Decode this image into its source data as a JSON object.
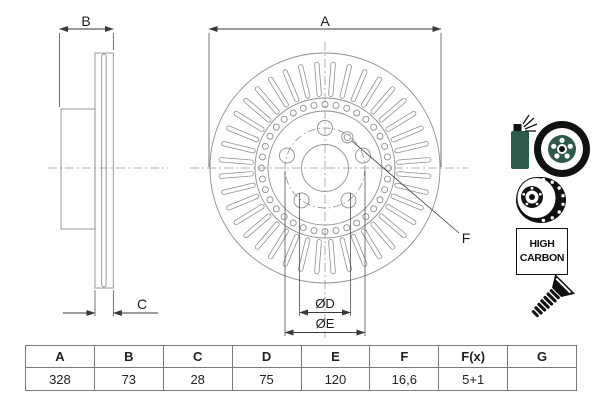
{
  "drawing": {
    "dim_labels": {
      "a": "A",
      "b": "B",
      "c": "C",
      "f": "F",
      "dia_d": "ØD",
      "dia_e": "ØE"
    },
    "high_carbon": {
      "line1": "HIGH",
      "line2": "CARBON"
    },
    "icon_names": [
      "coated-disc-spray-icon",
      "vented-disc-3d-icon",
      "high-carbon-badge",
      "countersunk-screw-icon"
    ],
    "colors": {
      "accent_green": "#2d5a49",
      "line_gray": "#8f8f8f",
      "centerline_gray": "#9a9a9a",
      "dim_dark": "#3a3a3a",
      "icon_black": "#111111"
    }
  },
  "table": {
    "headers": [
      "A",
      "B",
      "C",
      "D",
      "E",
      "F",
      "F(x)",
      "G"
    ],
    "values": [
      "328",
      "73",
      "28",
      "75",
      "120",
      "16,6",
      "5+1",
      ""
    ]
  }
}
